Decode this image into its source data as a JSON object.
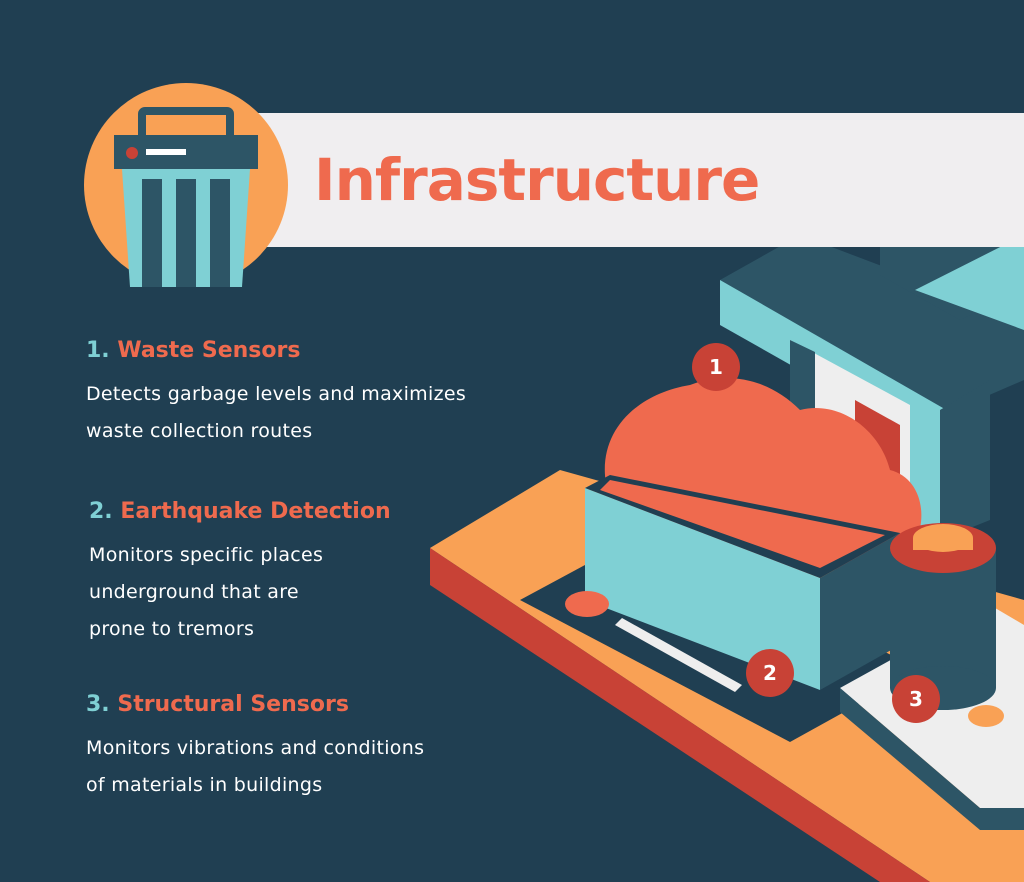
{
  "header": {
    "title": "Infrastructure"
  },
  "emblem": {
    "icon": "trash-bin-icon"
  },
  "items": [
    {
      "number": "1.",
      "title": "Waste Sensors",
      "description": [
        "Detects garbage levels and maximizes",
        "waste collection routes"
      ]
    },
    {
      "number": "2.",
      "title": "Earthquake Detection",
      "description": [
        "Monitors specific places",
        "underground that are",
        "prone to tremors"
      ]
    },
    {
      "number": "3.",
      "title": "Structural Sensors",
      "description": [
        "Monitors vibrations and conditions",
        "of materials in buildings"
      ]
    }
  ],
  "markers": [
    "1",
    "2",
    "3"
  ],
  "colors": {
    "background": "#203f52",
    "accent": "#ef6a4e",
    "teal": "#7fd0d4",
    "orange": "#f9a155",
    "red": "#c84236",
    "banner": "#f0eef0",
    "dark": "#2d5566"
  }
}
